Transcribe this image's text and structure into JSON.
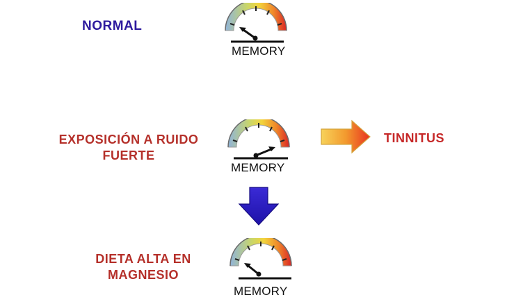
{
  "normal": {
    "label": "NORMAL",
    "color": "#2e1a9e",
    "needle": "low"
  },
  "noise": {
    "label_line1": "EXPOSICIÓN A RUIDO",
    "label_line2": "FUERTE",
    "color": "#b5302a",
    "needle": "mid-high"
  },
  "tinnitus": {
    "label": "TINNITUS",
    "color": "#c62828"
  },
  "diet": {
    "label_line1": "DIETA ALTA EN",
    "label_line2": "MAGNESIO",
    "color": "#b5302a",
    "needle": "low"
  },
  "gauge": {
    "caption": "MEMORY"
  },
  "colors": {
    "gauge_blue": "#8fb3d9",
    "gauge_yellow": "#f2d43c",
    "gauge_orange": "#f08a2a",
    "gauge_red": "#d92626",
    "arrow_down": "#2b1cc4",
    "arrow_right_start": "#f7c94a",
    "arrow_right_end": "#e8331f"
  },
  "icons": [
    "gauge-icon",
    "arrow-right-icon",
    "arrow-down-icon"
  ]
}
